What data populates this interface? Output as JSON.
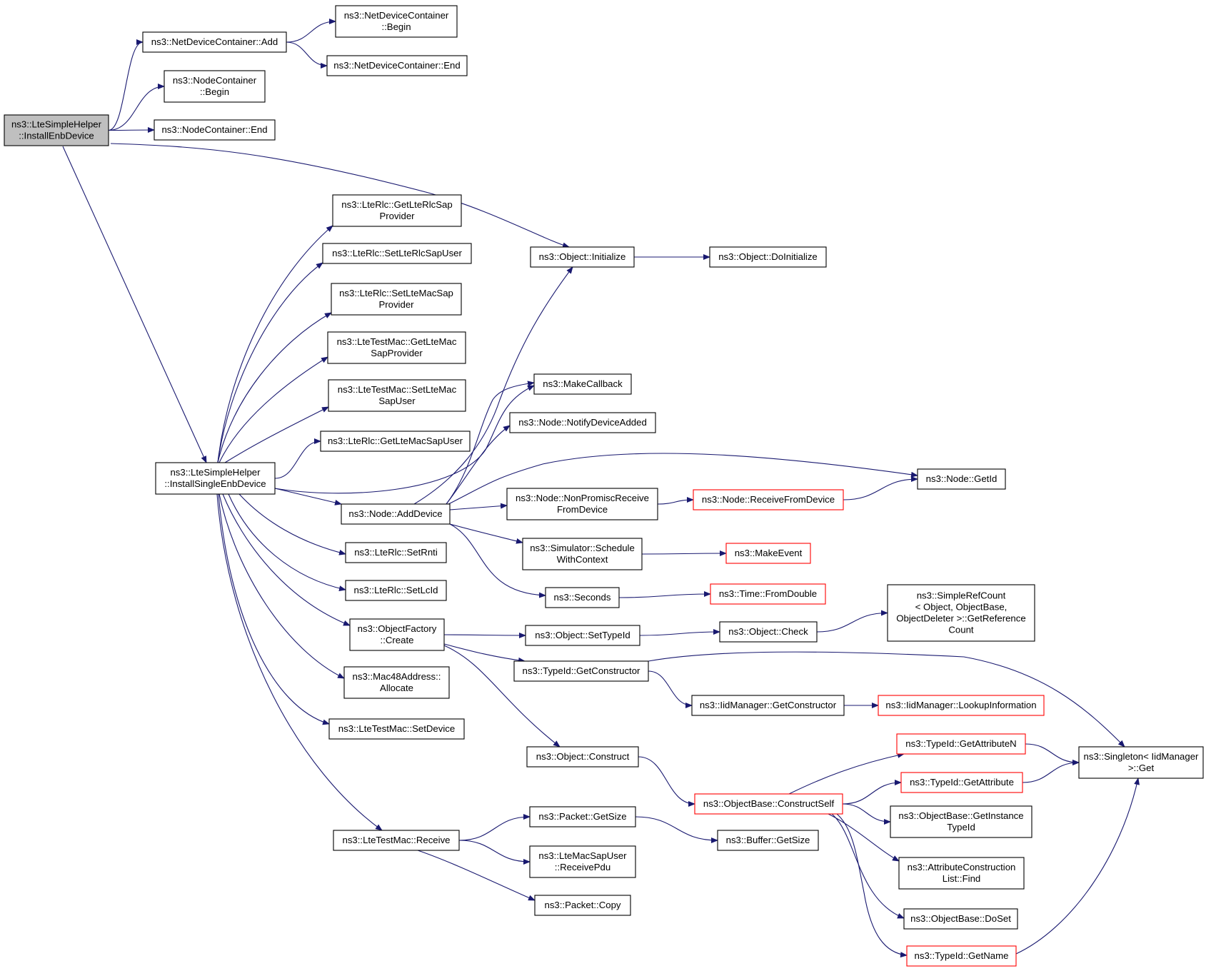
{
  "colors": {
    "edge": "#191970",
    "root_fill": "#bfbfbf",
    "node_fill": "#ffffff",
    "node_border": "#000000",
    "truncated_border": "#ff0000"
  },
  "graph": {
    "root": "n1",
    "nodes": [
      {
        "id": "n1",
        "lines": [
          "ns3::LteSimpleHelper",
          "::InstallEnbDevice"
        ],
        "style": "root"
      },
      {
        "id": "n2",
        "lines": [
          "ns3::NetDeviceContainer::Add"
        ],
        "style": "normal"
      },
      {
        "id": "n3",
        "lines": [
          "ns3::NetDeviceContainer",
          "::Begin"
        ],
        "style": "normal"
      },
      {
        "id": "n4",
        "lines": [
          "ns3::NetDeviceContainer::End"
        ],
        "style": "normal"
      },
      {
        "id": "n5",
        "lines": [
          "ns3::NodeContainer",
          "::Begin"
        ],
        "style": "normal"
      },
      {
        "id": "n6",
        "lines": [
          "ns3::NodeContainer::End"
        ],
        "style": "normal"
      },
      {
        "id": "n7",
        "lines": [
          "ns3::LteSimpleHelper",
          "::InstallSingleEnbDevice"
        ],
        "style": "normal"
      },
      {
        "id": "n8",
        "lines": [
          "ns3::LteRlc::GetLteRlcSap",
          "Provider"
        ],
        "style": "normal"
      },
      {
        "id": "n9",
        "lines": [
          "ns3::LteRlc::SetLteRlcSapUser"
        ],
        "style": "normal"
      },
      {
        "id": "n10",
        "lines": [
          "ns3::LteRlc::SetLteMacSap",
          "Provider"
        ],
        "style": "normal"
      },
      {
        "id": "n11",
        "lines": [
          "ns3::LteTestMac::GetLteMac",
          "SapProvider"
        ],
        "style": "normal"
      },
      {
        "id": "n12",
        "lines": [
          "ns3::LteTestMac::SetLteMac",
          "SapUser"
        ],
        "style": "normal"
      },
      {
        "id": "n13",
        "lines": [
          "ns3::LteRlc::GetLteMacSapUser"
        ],
        "style": "normal"
      },
      {
        "id": "n14",
        "lines": [
          "ns3::Node::AddDevice"
        ],
        "style": "normal"
      },
      {
        "id": "n15",
        "lines": [
          "ns3::LteRlc::SetRnti"
        ],
        "style": "normal"
      },
      {
        "id": "n16",
        "lines": [
          "ns3::LteRlc::SetLcId"
        ],
        "style": "normal"
      },
      {
        "id": "n17",
        "lines": [
          "ns3::ObjectFactory",
          "::Create"
        ],
        "style": "normal"
      },
      {
        "id": "n18",
        "lines": [
          "ns3::Mac48Address::",
          "Allocate"
        ],
        "style": "normal"
      },
      {
        "id": "n19",
        "lines": [
          "ns3::LteTestMac::SetDevice"
        ],
        "style": "normal"
      },
      {
        "id": "n20",
        "lines": [
          "ns3::LteTestMac::Receive"
        ],
        "style": "normal"
      },
      {
        "id": "n21",
        "lines": [
          "ns3::Object::Initialize"
        ],
        "style": "normal"
      },
      {
        "id": "n22",
        "lines": [
          "ns3::Object::DoInitialize"
        ],
        "style": "normal"
      },
      {
        "id": "n23",
        "lines": [
          "ns3::MakeCallback"
        ],
        "style": "normal"
      },
      {
        "id": "n24",
        "lines": [
          "ns3::Node::NotifyDeviceAdded"
        ],
        "style": "normal"
      },
      {
        "id": "n25",
        "lines": [
          "ns3::Node::NonPromiscReceive",
          "FromDevice"
        ],
        "style": "normal"
      },
      {
        "id": "n26",
        "lines": [
          "ns3::Simulator::Schedule",
          "WithContext"
        ],
        "style": "normal"
      },
      {
        "id": "n27",
        "lines": [
          "ns3::Seconds"
        ],
        "style": "normal"
      },
      {
        "id": "n28",
        "lines": [
          "ns3::Node::GetId"
        ],
        "style": "normal"
      },
      {
        "id": "n29",
        "lines": [
          "ns3::Node::ReceiveFromDevice"
        ],
        "style": "truncated"
      },
      {
        "id": "n30",
        "lines": [
          "ns3::MakeEvent"
        ],
        "style": "truncated"
      },
      {
        "id": "n31",
        "lines": [
          "ns3::Time::FromDouble"
        ],
        "style": "truncated"
      },
      {
        "id": "n32",
        "lines": [
          "ns3::Object::SetTypeId"
        ],
        "style": "normal"
      },
      {
        "id": "n33",
        "lines": [
          "ns3::Object::Check"
        ],
        "style": "normal"
      },
      {
        "id": "n34",
        "lines": [
          "ns3::SimpleRefCount",
          "< Object, ObjectBase,",
          "ObjectDeleter >::GetReference",
          "Count"
        ],
        "style": "normal"
      },
      {
        "id": "n35",
        "lines": [
          "ns3::TypeId::GetConstructor"
        ],
        "style": "normal"
      },
      {
        "id": "n36",
        "lines": [
          "ns3::IidManager::GetConstructor"
        ],
        "style": "normal"
      },
      {
        "id": "n37",
        "lines": [
          "ns3::IidManager::LookupInformation"
        ],
        "style": "truncated"
      },
      {
        "id": "n38",
        "lines": [
          "ns3::Singleton< IidManager",
          ">::Get"
        ],
        "style": "normal"
      },
      {
        "id": "n39",
        "lines": [
          "ns3::Object::Construct"
        ],
        "style": "normal"
      },
      {
        "id": "n40",
        "lines": [
          "ns3::ObjectBase::ConstructSelf"
        ],
        "style": "truncated"
      },
      {
        "id": "n41",
        "lines": [
          "ns3::TypeId::GetAttributeN"
        ],
        "style": "truncated"
      },
      {
        "id": "n42",
        "lines": [
          "ns3::TypeId::GetAttribute"
        ],
        "style": "truncated"
      },
      {
        "id": "n43",
        "lines": [
          "ns3::ObjectBase::GetInstance",
          "TypeId"
        ],
        "style": "normal"
      },
      {
        "id": "n44",
        "lines": [
          "ns3::AttributeConstruction",
          "List::Find"
        ],
        "style": "normal"
      },
      {
        "id": "n45",
        "lines": [
          "ns3::ObjectBase::DoSet"
        ],
        "style": "normal"
      },
      {
        "id": "n46",
        "lines": [
          "ns3::TypeId::GetName"
        ],
        "style": "truncated"
      },
      {
        "id": "n47",
        "lines": [
          "ns3::Packet::GetSize"
        ],
        "style": "normal"
      },
      {
        "id": "n48",
        "lines": [
          "ns3::Buffer::GetSize"
        ],
        "style": "normal"
      },
      {
        "id": "n49",
        "lines": [
          "ns3::LteMacSapUser",
          "::ReceivePdu"
        ],
        "style": "normal"
      },
      {
        "id": "n50",
        "lines": [
          "ns3::Packet::Copy"
        ],
        "style": "normal"
      }
    ],
    "edges": [
      {
        "from": "n1",
        "to": "n2"
      },
      {
        "from": "n1",
        "to": "n5"
      },
      {
        "from": "n1",
        "to": "n6"
      },
      {
        "from": "n1",
        "to": "n21"
      },
      {
        "from": "n1",
        "to": "n7"
      },
      {
        "from": "n2",
        "to": "n3"
      },
      {
        "from": "n2",
        "to": "n4"
      },
      {
        "from": "n7",
        "to": "n8"
      },
      {
        "from": "n7",
        "to": "n9"
      },
      {
        "from": "n7",
        "to": "n10"
      },
      {
        "from": "n7",
        "to": "n11"
      },
      {
        "from": "n7",
        "to": "n12"
      },
      {
        "from": "n7",
        "to": "n13"
      },
      {
        "from": "n7",
        "to": "n23"
      },
      {
        "from": "n7",
        "to": "n14"
      },
      {
        "from": "n7",
        "to": "n15"
      },
      {
        "from": "n7",
        "to": "n16"
      },
      {
        "from": "n7",
        "to": "n17"
      },
      {
        "from": "n7",
        "to": "n18"
      },
      {
        "from": "n7",
        "to": "n19"
      },
      {
        "from": "n7",
        "to": "n20"
      },
      {
        "from": "n14",
        "to": "n21"
      },
      {
        "from": "n14",
        "to": "n23"
      },
      {
        "from": "n14",
        "to": "n24"
      },
      {
        "from": "n14",
        "to": "n28"
      },
      {
        "from": "n14",
        "to": "n25"
      },
      {
        "from": "n14",
        "to": "n26"
      },
      {
        "from": "n14",
        "to": "n27"
      },
      {
        "from": "n21",
        "to": "n22"
      },
      {
        "from": "n25",
        "to": "n29"
      },
      {
        "from": "n29",
        "to": "n28"
      },
      {
        "from": "n26",
        "to": "n30"
      },
      {
        "from": "n27",
        "to": "n31"
      },
      {
        "from": "n17",
        "to": "n32"
      },
      {
        "from": "n17",
        "to": "n35"
      },
      {
        "from": "n17",
        "to": "n39"
      },
      {
        "from": "n32",
        "to": "n33"
      },
      {
        "from": "n33",
        "to": "n34"
      },
      {
        "from": "n35",
        "to": "n38"
      },
      {
        "from": "n35",
        "to": "n36"
      },
      {
        "from": "n36",
        "to": "n37"
      },
      {
        "from": "n39",
        "to": "n40"
      },
      {
        "from": "n40",
        "to": "n41"
      },
      {
        "from": "n40",
        "to": "n42"
      },
      {
        "from": "n40",
        "to": "n43"
      },
      {
        "from": "n40",
        "to": "n44"
      },
      {
        "from": "n40",
        "to": "n45"
      },
      {
        "from": "n40",
        "to": "n46"
      },
      {
        "from": "n41",
        "to": "n38"
      },
      {
        "from": "n42",
        "to": "n38"
      },
      {
        "from": "n46",
        "to": "n38"
      },
      {
        "from": "n20",
        "to": "n47"
      },
      {
        "from": "n20",
        "to": "n49"
      },
      {
        "from": "n20",
        "to": "n50"
      },
      {
        "from": "n47",
        "to": "n48"
      }
    ]
  }
}
